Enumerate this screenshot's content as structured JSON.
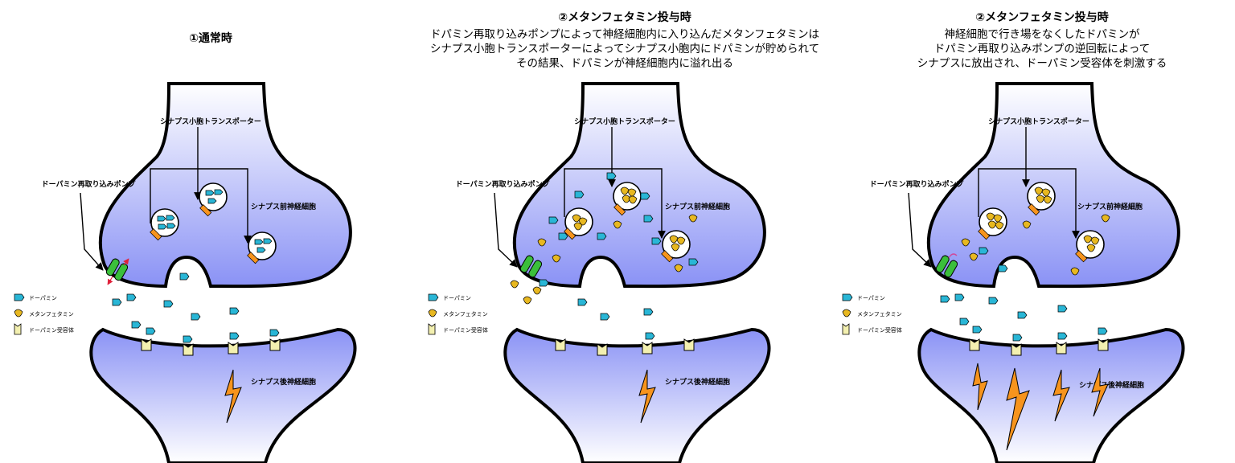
{
  "panels": [
    {
      "title": "①通常時",
      "description": [],
      "labels": {
        "vesicle_transporter": "シナプス小胞トランスポーター",
        "reuptake_pump": "ドーパミン再取り込みポンプ",
        "presynaptic": "シナプス前神経細胞",
        "postsynaptic": "シナプス後神経細胞"
      },
      "legend": {
        "dopamine": "ドーパミン",
        "methamphetamine": "メタンフェタミン",
        "receptor": "ドーパミン受容体"
      }
    },
    {
      "title": "②メタンフェタミン投与時",
      "description": [
        "ドパミン再取り込みポンプによって神経細胞内に入り込んだメタンフェタミンは",
        "シナプス小胞トランスポーターによってシナプス小胞内にドパミンが貯められて",
        "その結果、ドパミンが神経細胞内に溢れ出る"
      ],
      "labels": {
        "vesicle_transporter": "シナプス小胞トランスポーター",
        "reuptake_pump": "ドーパミン再取り込みポンプ",
        "presynaptic": "シナプス前神経細胞",
        "postsynaptic": "シナプス後神経細胞"
      },
      "legend": {
        "dopamine": "ドーパミン",
        "methamphetamine": "メタンフェタミン",
        "receptor": "ドーパミン受容体"
      }
    },
    {
      "title": "②メタンフェタミン投与時",
      "description": [
        "神経細胞で行き場をなくしたドパミンが",
        "ドパミン再取り込みポンプの逆回転によって",
        "シナプスに放出され、ドーパミン受容体を刺激する"
      ],
      "labels": {
        "vesicle_transporter": "シナプス小胞トランスポーター",
        "reuptake_pump": "ドーパミン再取り込みポンプ",
        "presynaptic": "シナプス前神経細胞",
        "postsynaptic": "シナプス後神経細胞"
      },
      "legend": {
        "dopamine": "ドーパミン",
        "methamphetamine": "メタンフェタミン",
        "receptor": "ドーパミン受容体"
      }
    }
  ],
  "colors": {
    "dopamine": "#29b6d6",
    "methamphetamine": "#e8b820",
    "receptor": "#f3f0b0",
    "pump": "#3bbf3b",
    "lightning": "#f7941d",
    "transporter": "#f7941d",
    "cell_top": "#8a92f5",
    "cell_bottom": "#ffffff"
  }
}
